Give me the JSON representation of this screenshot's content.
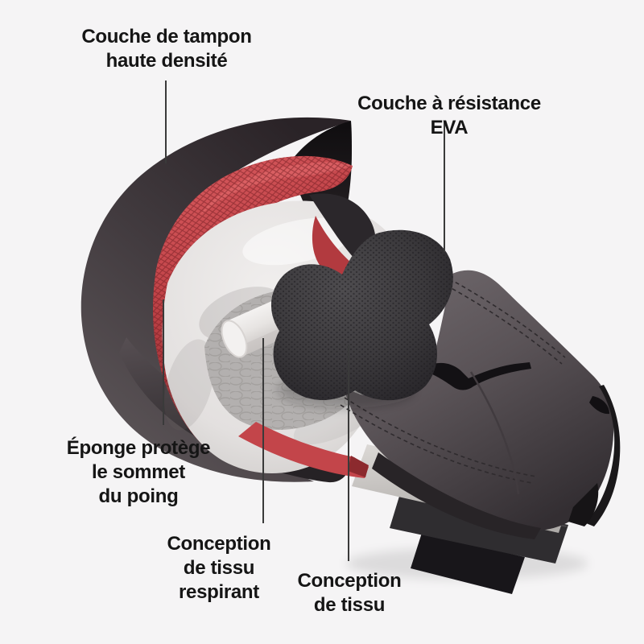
{
  "page": {
    "background": "#f5f4f5"
  },
  "colors": {
    "page_bg": "#f5f4f5",
    "label_text": "#151515",
    "leader_line": "#3a3a3a",
    "shell": "#433c40",
    "shell_dark": "#241f22",
    "eva_red": "#c3454a",
    "eva_red_deep": "#8c2a2e",
    "foam": "#eae8e7",
    "inner_foam": "#b3b0af",
    "mesh_fabric": "#3b393c",
    "leather": "#5a5357",
    "suede": "#cfccc9",
    "trim_black": "#18161a"
  },
  "illustration": {
    "name": "boxing-glove-cutaway-illustration"
  },
  "annotations": {
    "padding": {
      "text": "Couche de tampon\nhaute densité"
    },
    "eva": {
      "text": "Couche à résistance EVA"
    },
    "sponge": {
      "text": "Éponge protège\nle sommet\ndu poing"
    },
    "breathable": {
      "text": "Conception\nde tissu\nrespirant"
    },
    "fabric": {
      "text": "Conception\nde tissu"
    }
  }
}
